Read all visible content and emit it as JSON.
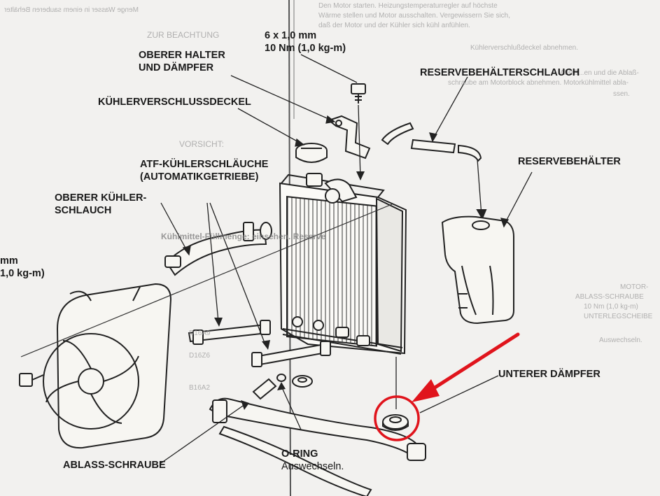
{
  "labels": {
    "bolt_spec_line1": "6 x 1,0 mm",
    "bolt_spec_line2": "10 Nm (1,0 kg-m)",
    "upper_bracket_line1": "OBERER HALTER",
    "upper_bracket_line2": "UND DÄMPFER",
    "radiator_cap": "KÜHLERVERSCHLUSSDECKEL",
    "reserve_hose": "RESERVEBEHÄLTERSCHLAUCH",
    "reserve_tank": "RESERVEBEHÄLTER",
    "atf_hoses_line1": "ATF-KÜHLERSCHLÄUCHE",
    "atf_hoses_line2": "(AUTOMATIKGETRIEBE)",
    "upper_hose_line1": "OBERER KÜHLER-",
    "upper_hose_line2": "SCHLAUCH",
    "left_spec_line1": "mm",
    "left_spec_line2": "1,0 kg-m)",
    "lower_damper": "UNTERER DÄMPFER",
    "drain_bolt": "ABLASS-SCHRAUBE",
    "o_ring_line1": "O-RING",
    "o_ring_line2": "Auswechseln."
  },
  "highlight": {
    "annotation_color": "#e0141c",
    "target": "UNTERER DÄMPFER"
  },
  "bleed_through_text": {
    "top_left": "Menge Wasser in einem sauberen Behälter",
    "note_heading": "ZUR BEACHTUNG",
    "caution_heading": "VORSICHT:",
    "top_right_1": "Den Motor starten. Heizungstemperaturregler auf höchste",
    "top_right_2": "Wärme stellen und Motor ausschalten. Vergewissern Sie sich,",
    "top_right_3": "daß der Motor und der Kühler sich kühl anfühlen.",
    "step2": "Kühlerverschlußdeckel abnehmen.",
    "step3a": "Ablaß...en und die Ablaß-",
    "step3b": "schraube am Motorblock abnehmen. Motorkühlmittel abla-",
    "step3c": "ssen.",
    "right_mid_1": "MOTOR-",
    "right_mid_2": "ABLASS-SCHRAUBE",
    "right_mid_3": "10 Nm (1,0 kg-m)",
    "right_mid_4": "UNTERLEGSCHEIBE",
    "right_mid_5": "Auswechseln.",
    "fill_note": "Kühlmittel-Füllmenge: einsehen. Reserve",
    "table_1": "D16A9",
    "table_2": "D16Z6",
    "table_3": "B16A2"
  }
}
